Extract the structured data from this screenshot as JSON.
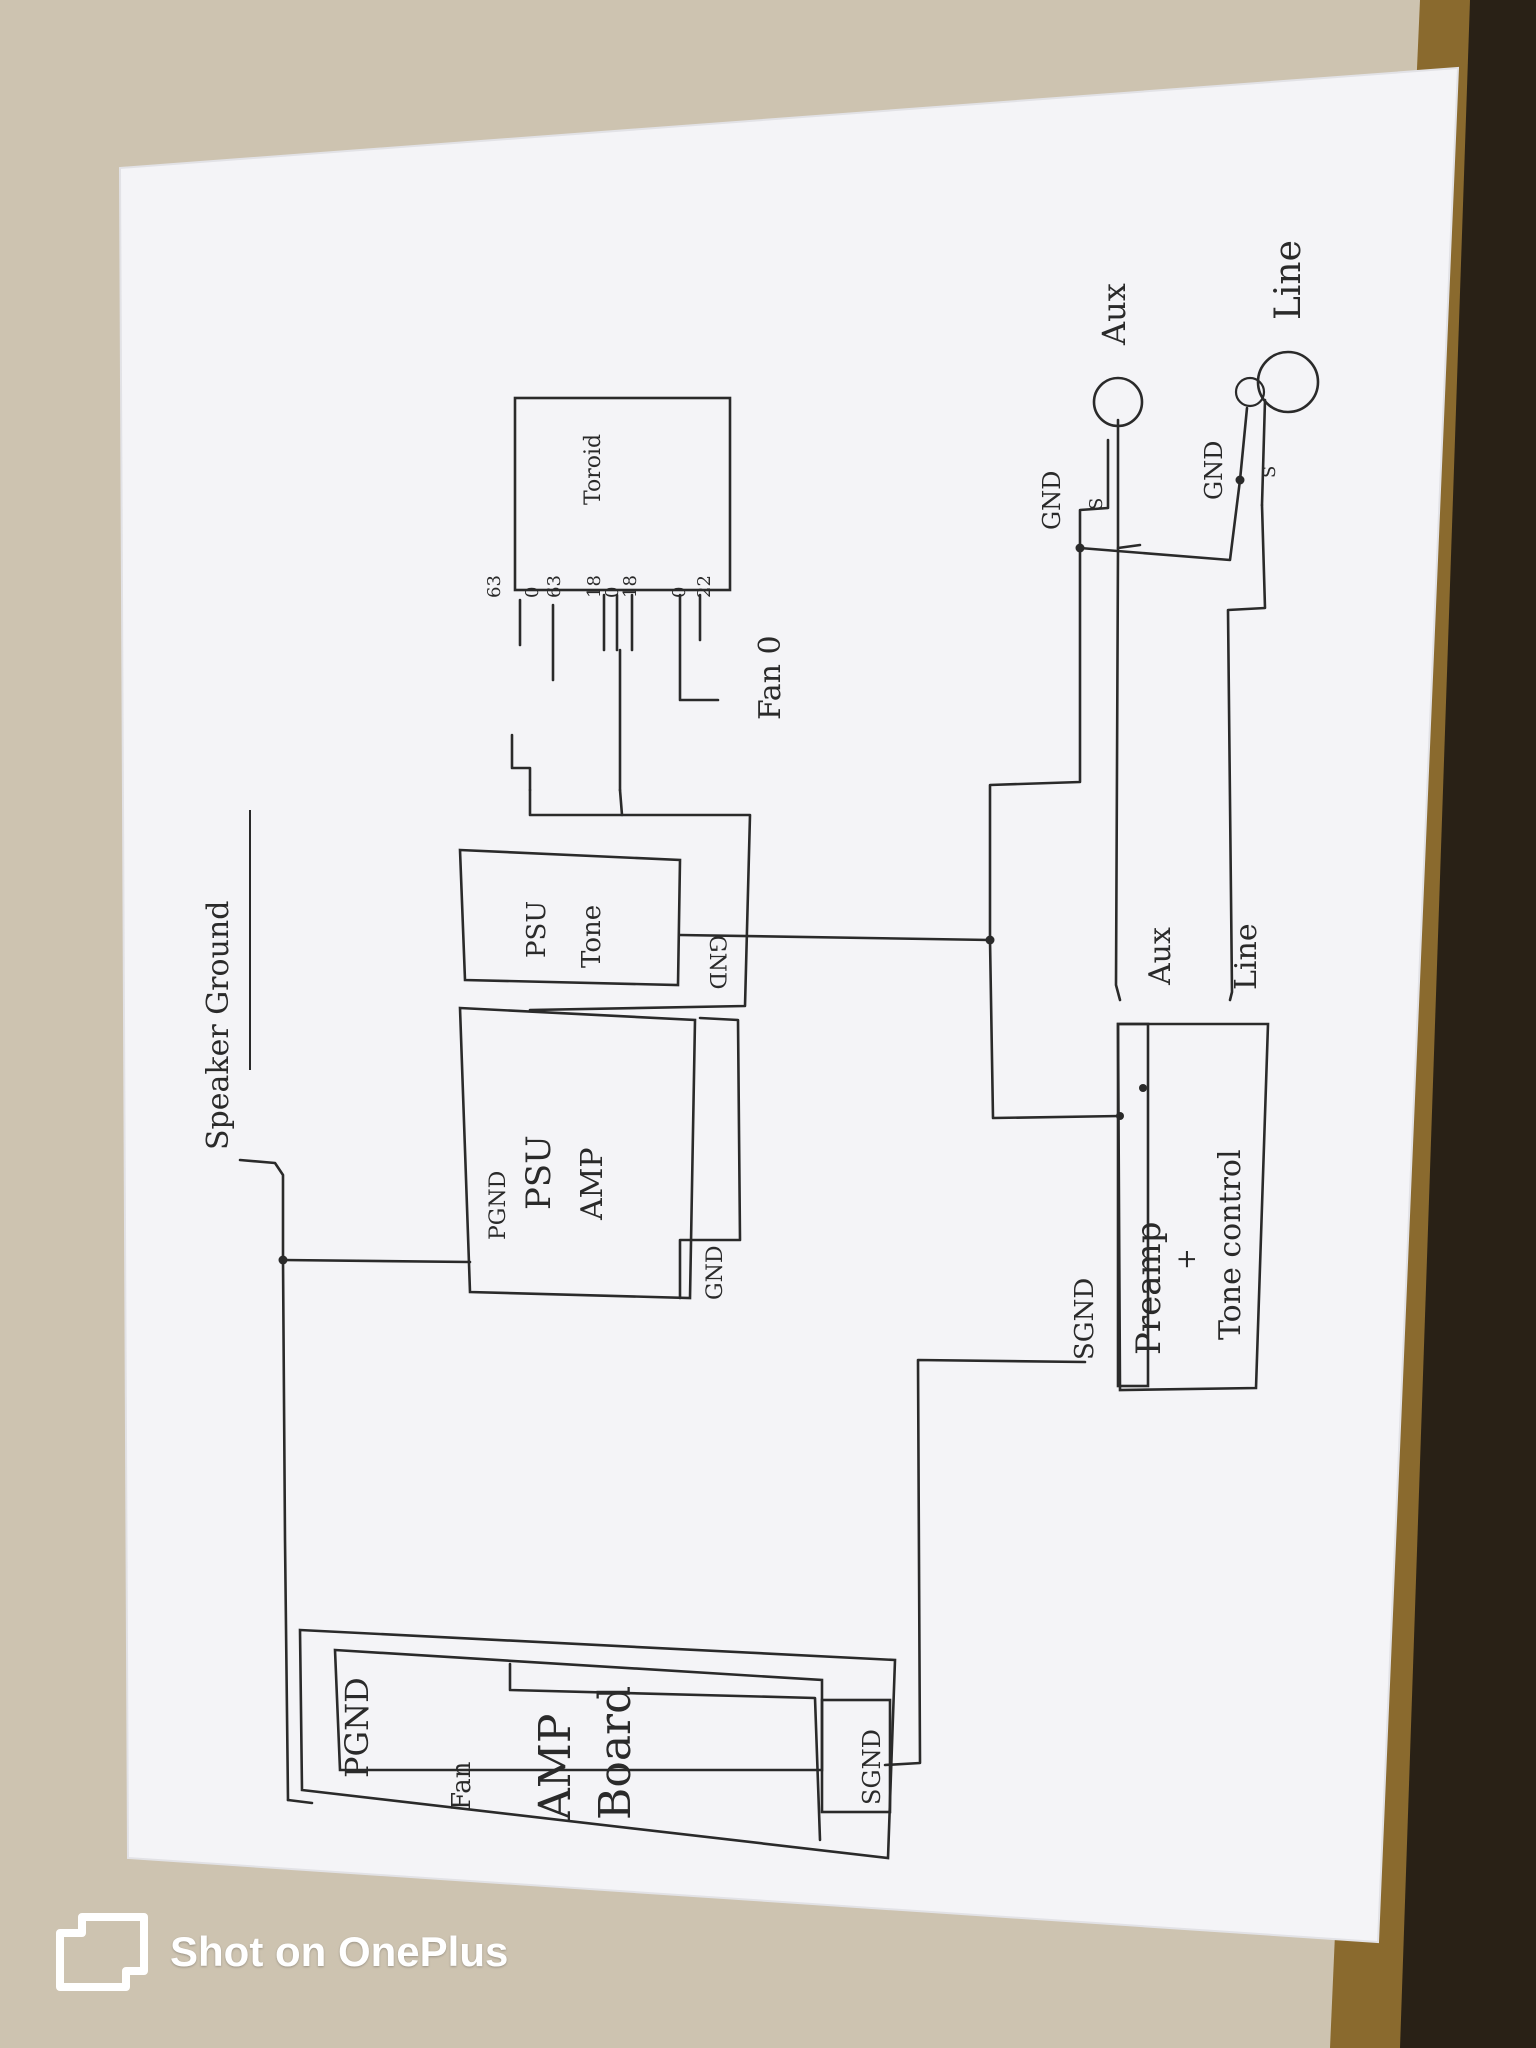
{
  "title": "Speaker Ground",
  "blocks": {
    "amp_board": {
      "pgnd": "PGND",
      "fan": "Fan",
      "line1": "AMP",
      "line2": "Board",
      "sgnd": "SGND"
    },
    "psu_amp": {
      "gnd_left": "PGND",
      "line1": "PSU",
      "line2": "AMP",
      "gnd_right": "GND"
    },
    "psu_tone": {
      "line1": "PSU",
      "line2": "Tone",
      "gnd": "GND"
    },
    "toroid": {
      "label": "Toroid",
      "taps": [
        "63",
        "0",
        "63",
        "18",
        "0",
        "18",
        "0",
        "22"
      ],
      "fan": "Fan 0"
    },
    "preamp": {
      "sgnd": "SGND",
      "line1": "Preamp",
      "plus": "+",
      "line2": "Tone control",
      "aux": "Aux",
      "line": "Line"
    },
    "aux_jack": {
      "gnd": "GND",
      "s": "S",
      "label": "Aux"
    },
    "line_jack": {
      "gnd": "GND",
      "s": "S",
      "label": "Line"
    }
  },
  "watermark": "Shot on OnePlus",
  "colors": {
    "paper": "#f6f6f8",
    "ink": "#2a2a2a",
    "desk": "#cfc6b4",
    "wood": "#8a6a2e"
  }
}
